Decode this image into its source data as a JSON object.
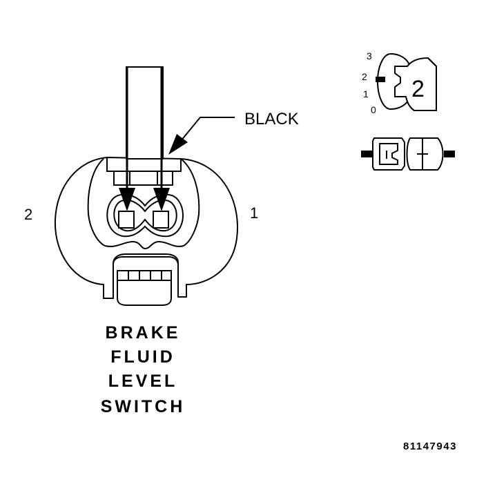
{
  "diagram": {
    "wire_color_label": "BLACK",
    "pin_labels": {
      "left": "2",
      "right": "1"
    },
    "title_lines": [
      "BRAKE",
      "FLUID",
      "LEVEL",
      "SWITCH"
    ],
    "reference_code": "81147943",
    "cavity_view": {
      "scale_labels": [
        "3",
        "2",
        "1",
        "0"
      ],
      "cavity_count_label": "2"
    }
  }
}
